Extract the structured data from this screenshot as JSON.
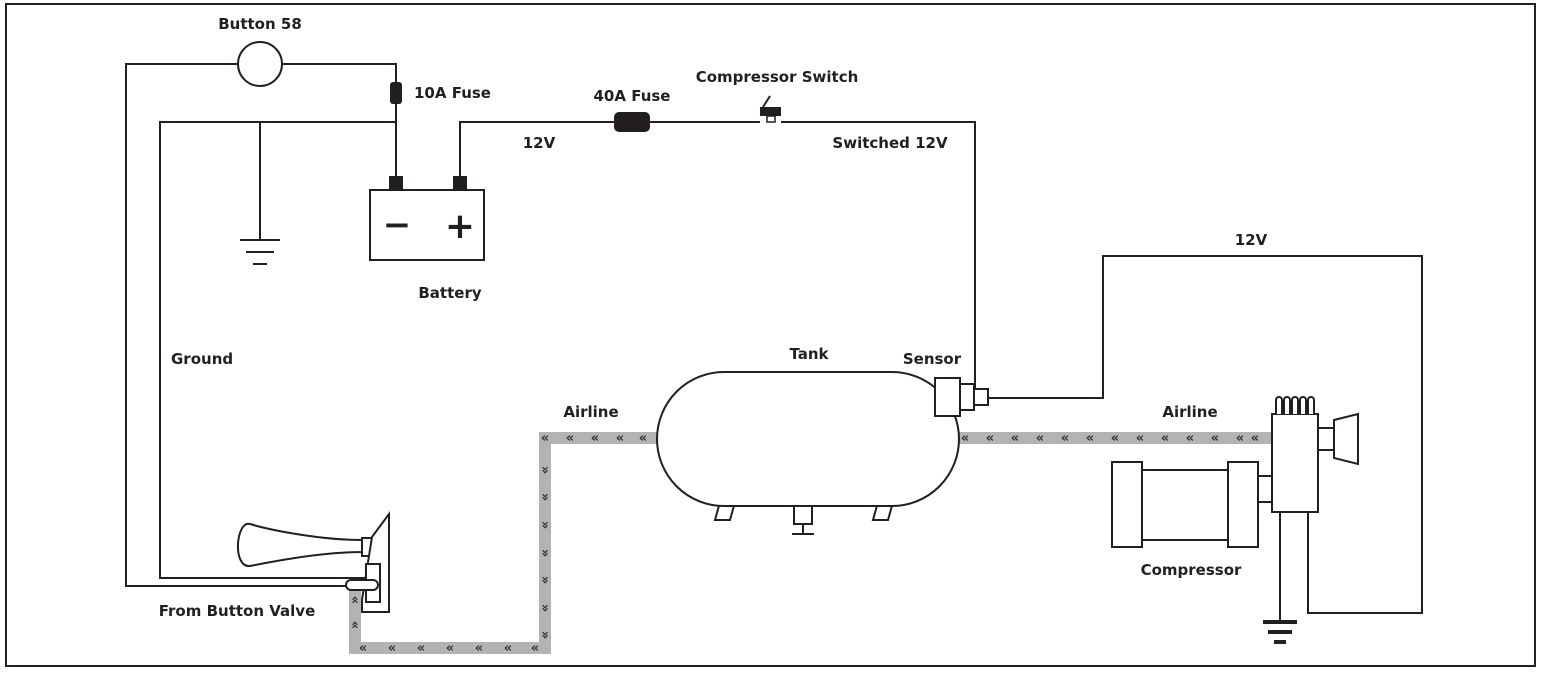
{
  "colors": {
    "wire": "#231f20",
    "airline": "#b3b3b3",
    "chevron": "#333333",
    "background": "#ffffff"
  },
  "labels": {
    "button": "Button 58",
    "fuse_10a": "10A Fuse",
    "fuse_40a": "40A Fuse",
    "compressor_switch": "Compressor Switch",
    "v12_top": "12V",
    "switched_12v": "Switched 12V",
    "battery": "Battery",
    "ground": "Ground",
    "tank": "Tank",
    "sensor": "Sensor",
    "airline_left": "Airline",
    "airline_right": "Airline",
    "v12_right": "12V",
    "compressor": "Compressor",
    "from_button_valve": "From Button Valve",
    "battery_minus": "−",
    "battery_plus": "+"
  },
  "chevrons": {
    "left": "«",
    "down": "»",
    "up": "«"
  }
}
